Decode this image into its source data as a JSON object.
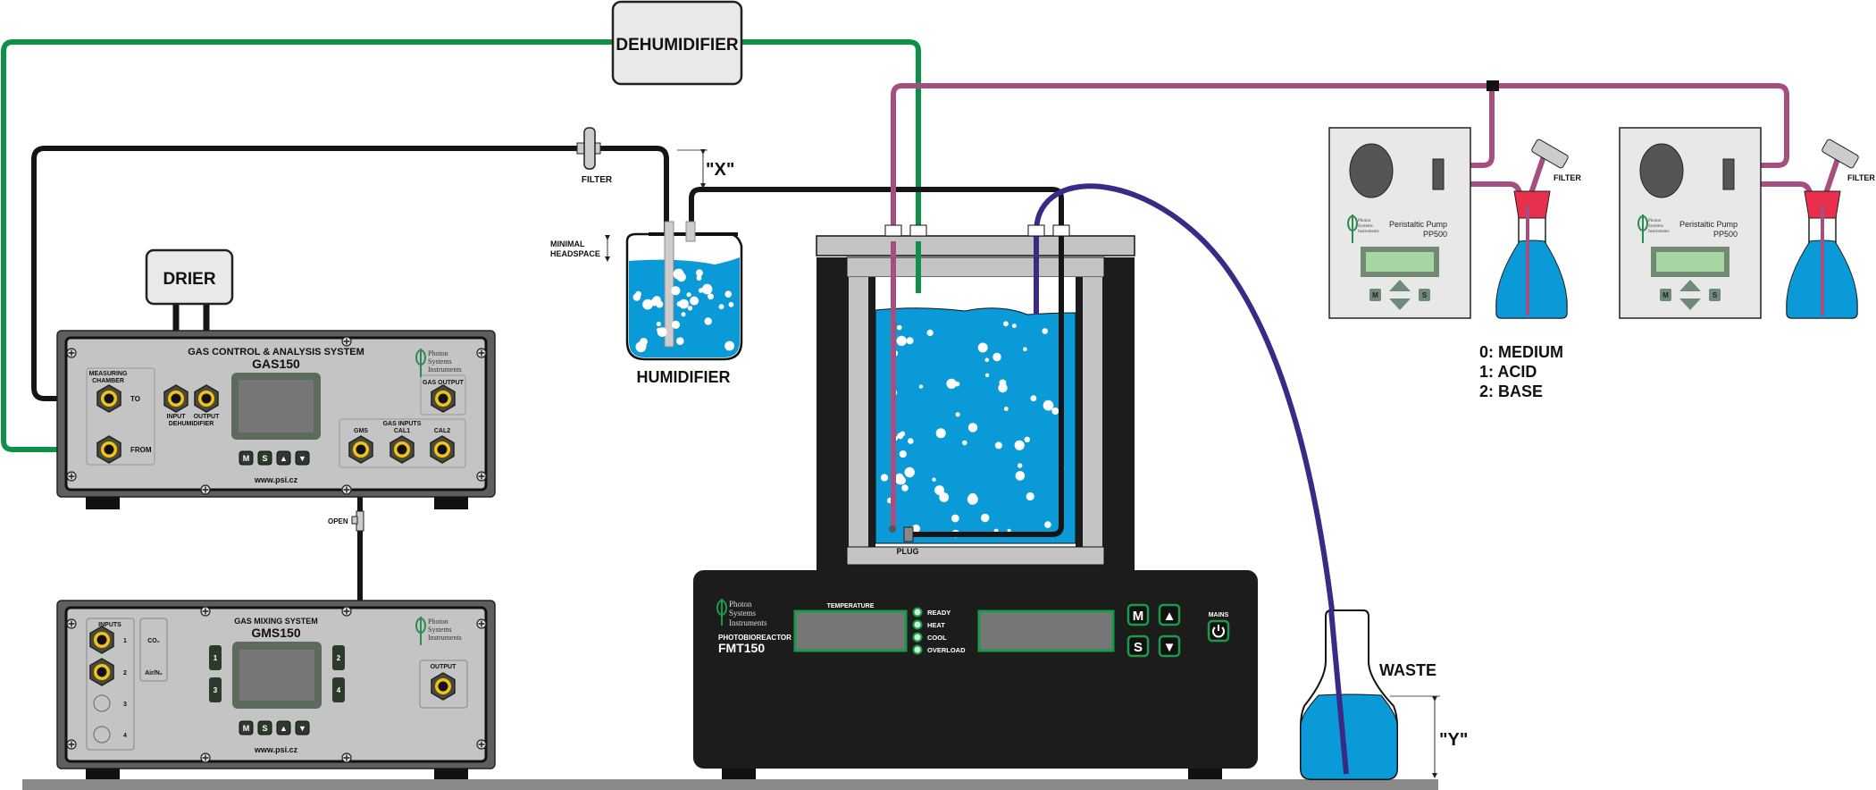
{
  "diagram": {
    "colors": {
      "green_tube": "#0e9146",
      "magenta_tube": "#a44f80",
      "purple_tube": "#3b2a85",
      "black_tube": "#151515",
      "water": "#0a9ad8",
      "panel_gray": "#c4c4c4",
      "device_black": "#1c1c1c",
      "led_green": "#1a9a4a",
      "stopper_red": "#e8304e",
      "lcd_green": "#a8d5a4"
    },
    "dehumidifier": {
      "label": "DEHUMIDIFIER"
    },
    "drier": {
      "label": "DRIER"
    },
    "filter_top": {
      "label": "FILTER"
    },
    "x_marker": {
      "label": "\"X\""
    },
    "y_marker": {
      "label": "\"Y\""
    },
    "humidifier": {
      "label": "HUMIDIFIER",
      "headspace_label_1": "MINIMAL",
      "headspace_label_2": "HEADSPACE"
    },
    "gas150": {
      "title": "GAS CONTROL & ANALYSIS SYSTEM",
      "model": "GAS150",
      "url": "www.psi.cz",
      "brand": [
        "Photon",
        "Systems",
        "Instruments"
      ],
      "measuring_chamber_1": "MEASURING",
      "measuring_chamber_2": "CHAMBER",
      "to_label": "TO",
      "from_label": "FROM",
      "input_label": "INPUT",
      "output_label": "OUTPUT",
      "dehumidifier_label": "DEHUMIDIFIER",
      "gas_output_label": "GAS OUTPUT",
      "gas_inputs_label": "GAS INPUTS",
      "gms_label": "GMS",
      "cal1_label": "CAL1",
      "cal2_label": "CAL2",
      "buttons": [
        "M",
        "S",
        "▲",
        "▼"
      ]
    },
    "open_valve": {
      "label": "OPEN"
    },
    "gms150": {
      "title": "GAS MIXING SYSTEM",
      "model": "GMS150",
      "url": "www.psi.cz",
      "brand": [
        "Photon",
        "Systems",
        "Instruments"
      ],
      "inputs_label": "INPUTS",
      "input_numbers": [
        "1",
        "2",
        "3",
        "4"
      ],
      "gas_co2": "CO₂",
      "gas_air": "Air/N₂",
      "output_label": "OUTPUT",
      "channel_buttons": [
        "1",
        "2",
        "3",
        "4"
      ],
      "buttons": [
        "M",
        "S",
        "▲",
        "▼"
      ]
    },
    "fmt150": {
      "brand": [
        "Photon",
        "Systems",
        "Instruments"
      ],
      "product_type": "PHOTOBIOREACTOR",
      "model": "FMT150",
      "temperature_label": "TEMPERATURE",
      "leds": [
        "READY",
        "HEAT",
        "COOL",
        "OVERLOAD"
      ],
      "buttons": [
        "M",
        "▲",
        "S",
        "▼"
      ],
      "mains_label": "MAINS",
      "plug_label": "PLUG"
    },
    "pumps": [
      {
        "name": "Peristaltic Pump",
        "model": "PP500",
        "brand": [
          "Photon",
          "Systems",
          "Instruments"
        ],
        "filter_label": "FILTER",
        "buttons": [
          "M",
          "S"
        ]
      },
      {
        "name": "Peristaltic Pump",
        "model": "PP500",
        "brand": [
          "Photon",
          "Systems",
          "Instruments"
        ],
        "filter_label": "FILTER",
        "buttons": [
          "M",
          "S"
        ]
      }
    ],
    "pump_legend": [
      "0: MEDIUM",
      "1: ACID",
      "2: BASE"
    ],
    "waste": {
      "label": "WASTE"
    }
  }
}
